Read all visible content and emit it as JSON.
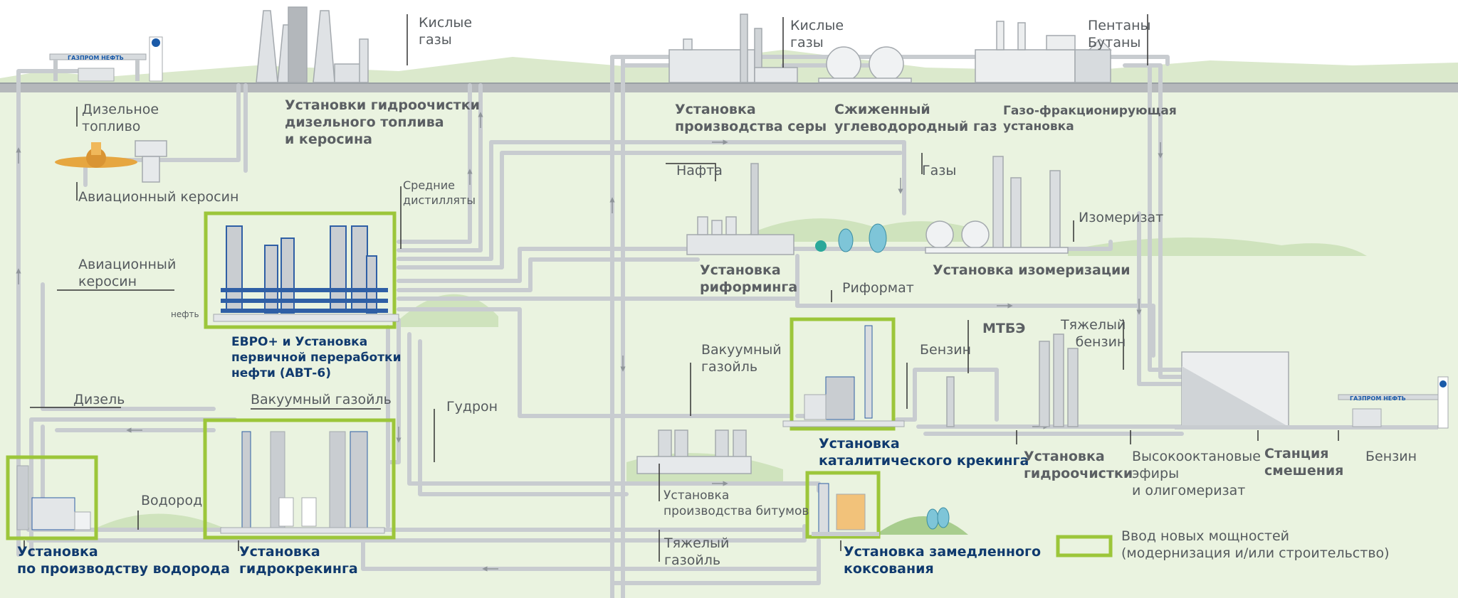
{
  "colors": {
    "background_ground": "#eaf3e0",
    "hill": "#cfe3bd",
    "hill_dark": "#a8cd8e",
    "pipe": "#c8ccd0",
    "pipe_outline": "#a4a9ae",
    "road": "#b5b8bb",
    "new_capacity_frame": "#9cc63a",
    "blue_equipment": "#2f5fa5",
    "gray_equipment": "#a9adb1",
    "label_text": "#555a5e",
    "new_unit_text": "#103a6e"
  },
  "labels": {
    "acid_gases_1": "Кислые\nгазы",
    "acid_gases_2": "Кислые\nгазы",
    "pentanes": "Пентаны\nБутаны",
    "diesel_fuel": "Дизельное\nтопливо",
    "aviation_kerosene_1": "Авиационный керосин",
    "middle_distillates": "Средние\nдистилляты",
    "aviation_kerosene_2": "Авиационный\nкеросин",
    "naphtha": "Нафта",
    "gases": "Газы",
    "isomerizate": "Изомеризат",
    "reformate": "Риформат",
    "vacuum_gasoil_1": "Вакуумный\nгазойль",
    "gasoline_1": "Бензин",
    "mtbe": "МТБЭ",
    "heavy_gasoline": "Тяжелый\nбензин",
    "diesel": "Дизель",
    "vacuum_gasoil_2": "Вакуумный газойль",
    "tar": "Гудрон",
    "hydrogen": "Водород",
    "high_octane": "Высокооктановые\nэфиры\nи олигомеризат",
    "gasoline_2": "Бензин",
    "heavy_gasoil": "Тяжелый\nгазойль",
    "oil_input": "нефть"
  },
  "units": {
    "diesel_hydrotreating": "Установки гидроочистки\nдизельного топлива\nи керосина",
    "sulfur": "Установка\nпроизводства серы",
    "lpg": "Сжиженный\nуглеводородный газ",
    "gas_fractionation": "Газо-фракционирующая\nустановка",
    "reforming": "Установка\nриформинга",
    "isomerization": "Установка изомеризации",
    "cdu": "ЕВРО+ и Установка\nпервичной переработки\nнефти (АВТ-6)",
    "fcc": "Установка\nкаталитического крекинга",
    "hydrotreating": "Установка\nгидроочистки",
    "blending": "Станция\nсмешения",
    "bitumen": "Установка\nпроизводства битумов",
    "hydrogen_plant": "Установка\nпо производству водорода",
    "hydrocracking": "Установка\nгидрокрекинга",
    "coking": "Установка замедленного\nкоксования"
  },
  "legend": {
    "text": "Ввод новых мощностей\n(модернизация и/или строительство)"
  },
  "brand": {
    "station_1": "ГАЗПРОМ НЕФТЬ",
    "station_2": "ГАЗПРОМ НЕФТЬ"
  }
}
